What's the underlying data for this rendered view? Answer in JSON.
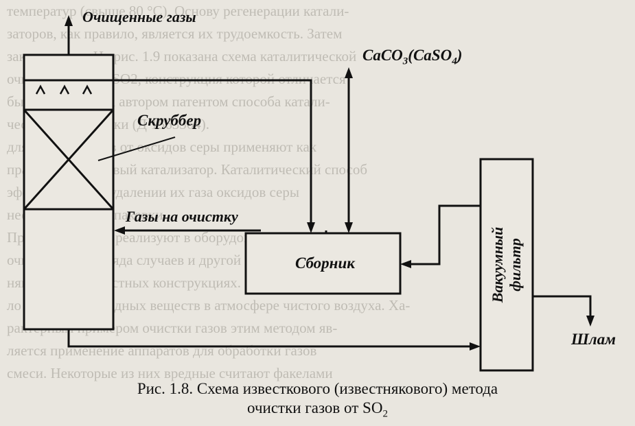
{
  "labels": {
    "clean_gas": "Очищенные газы",
    "reagent_prefix": "CaCO",
    "reagent_sub1": "3",
    "reagent_mid": "(CaSO",
    "reagent_sub2": "4",
    "reagent_suffix": ")",
    "scrubber": "Скруббер",
    "gas_in": "Газы на очистку",
    "collector": "Сборник",
    "filter_line1": "Вакуумный",
    "filter_line2": "фильтр",
    "sludge": "Шлам"
  },
  "caption": {
    "line1": "Рис. 1.8. Схема известкового (известнякового) метода",
    "line2_text": "очистки газов от SO",
    "line2_sub": "2"
  },
  "background_text": [
    "температур (свыше 80 °С). Основу регенерации катали-",
    "заторов, как правило, является их трудоемкость. Затем",
    "закорачивать. На рис. 1.9 показана схема каталитической",
    "очистки газов от SO2, конструкция которой отличается",
    "была разработана автором патентом способа катали-",
    "ческой сероочистки (Д 1563364).",
    "для очистки газов от оксидов серы применяют как",
    "правило, ванадиевый катализатор. Каталитический способ",
    "эффективен при удалении их газа оксидов серы",
    "нестандартного упаковки.",
    "Процесс очистки реализуют в оборудовании, де",
    "очистки газов с ряда случаев и другой принцип. Газы приме-",
    "няют по ряд известных конструкциях. В ходе их происходи-",
    "ло выделение вредных веществ в атмосфере чистого воздуха. Ха-",
    "рактерным примером очистки газов этим методом яв-",
    "ляется применение аппаратов для обработки газов",
    "смеси. Некоторые из них вредные считают факелами"
  ]
}
